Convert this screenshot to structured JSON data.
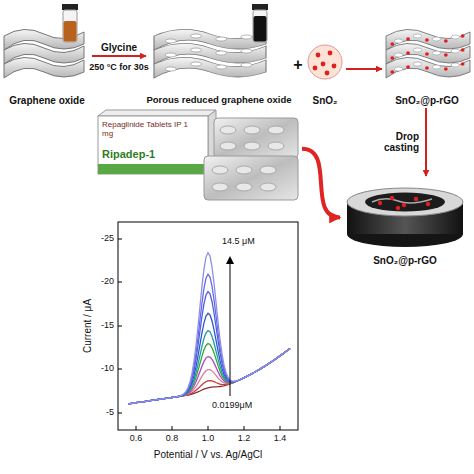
{
  "diagram": {
    "nodes": [
      {
        "text": [
          "Graphene oxide"
        ]
      },
      {
        "text": [
          "Porous reduced graphene oxide"
        ]
      },
      {
        "text": [
          "SnO₂"
        ]
      },
      {
        "text": [
          "SnO₂@p-rGO"
        ]
      },
      {
        "text": [
          "Repaglinide Tablets IP 1 mg",
          "Ripadep-1"
        ]
      },
      {
        "text": [
          "SnO₂@p-rGO"
        ]
      }
    ],
    "edges": [
      {
        "from": 0,
        "to": 1,
        "arrow": "to",
        "label": "Glycine"
      },
      {
        "from": 2,
        "to": 3,
        "arrow": "to"
      },
      {
        "from": 3,
        "to": 5,
        "arrow": "to",
        "label": "Drop casting"
      },
      {
        "from": 4,
        "to": 5,
        "arrow": "to"
      }
    ],
    "labels": [
      "250 °C for 30s",
      "+",
      "14.5 μM",
      "0.0199μM",
      "-25",
      "-20",
      "-15",
      "-10",
      "-5",
      "0.6",
      "0.8",
      "1.0",
      "1.2",
      "1.4",
      "Current / μA",
      "Potential / V vs. Ag/AgCl"
    ]
  }
}
